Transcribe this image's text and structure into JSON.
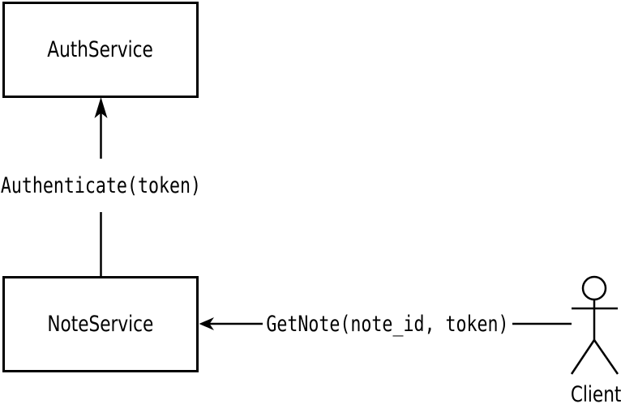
{
  "diagram": {
    "nodes": [
      {
        "id": "auth-service",
        "label": "AuthService"
      },
      {
        "id": "note-service",
        "label": "NoteService"
      }
    ],
    "actors": [
      {
        "id": "client",
        "label": "Client"
      }
    ],
    "edges": [
      {
        "id": "authenticate",
        "from": "NoteService",
        "to": "AuthService",
        "label": "Authenticate(token)"
      },
      {
        "id": "get-note",
        "from": "Client",
        "to": "NoteService",
        "label": "GetNote(note_id, token)"
      }
    ],
    "colors": {
      "stroke": "#000000",
      "fill": "#ffffff",
      "text": "#000000"
    }
  }
}
